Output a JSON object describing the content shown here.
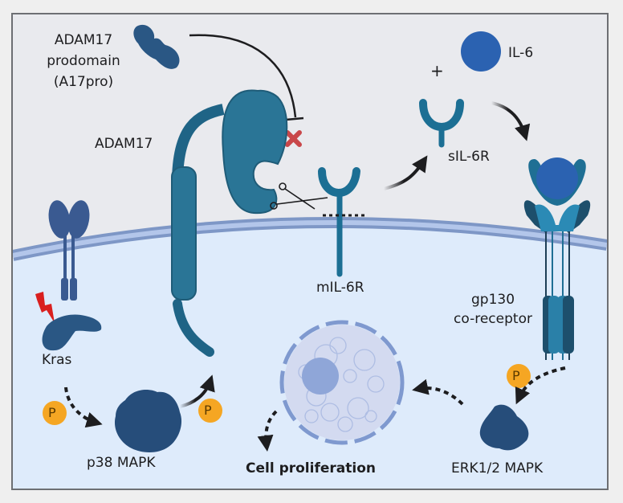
{
  "labels": {
    "prodomain": [
      "ADAM17",
      "prodomain",
      "(A17pro)"
    ],
    "adam17": "ADAM17",
    "il6": "IL-6",
    "plus": "+",
    "sil6r": "sIL-6R",
    "mil6r": "mIL-6R",
    "gp130": [
      "gp130",
      "co-receptor"
    ],
    "kras": "Kras",
    "p38": "p38 MAPK",
    "cell_proliferation": "Cell proliferation",
    "erk": "ERK1/2 MAPK",
    "phospho": "P"
  },
  "colors": {
    "extracellular": "#e9eaee",
    "cytoplasm": "#deebfb",
    "membrane": "#8aa3d0",
    "adam17": "#236e8f",
    "receptor": "#1c6f94",
    "il6": "#2b62b1",
    "kinase": "#264d7a",
    "phospho": "#f5a623",
    "inhibit_x": "#c9474a",
    "nucleus": "#8fa6d8",
    "lightning": "#d91f1f"
  }
}
